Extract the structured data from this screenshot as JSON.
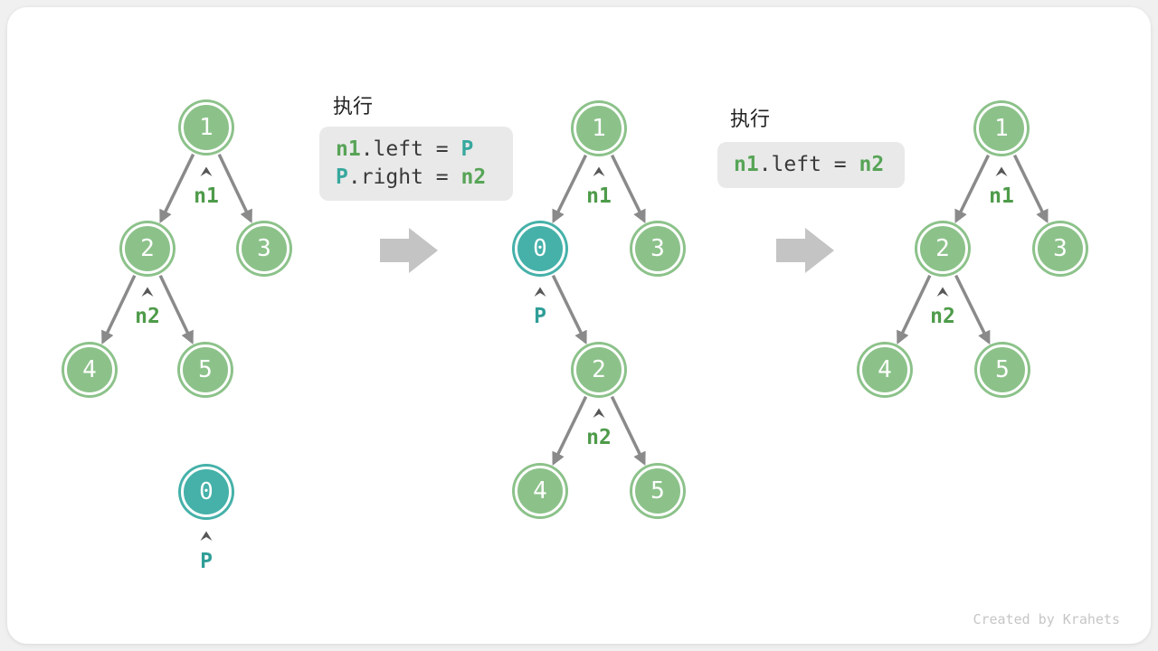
{
  "diagram_type": "binary-tree-insertion-steps",
  "colors": {
    "node_green": "#8cc28a",
    "node_teal": "#45b1a9",
    "edge_gray": "#8a8a8a",
    "big_arrow_gray": "#c4c4c4",
    "code_box_bg": "#e9e9e9",
    "code_green": "#57a457",
    "code_teal": "#38a89e",
    "label_green": "#4e9b4a",
    "label_teal": "#2f9e97"
  },
  "nodes": {
    "v0": "0",
    "v1": "1",
    "v2": "2",
    "v3": "3",
    "v4": "4",
    "v5": "5"
  },
  "labels": {
    "n1": "n1",
    "n2": "n2",
    "p": "P"
  },
  "code1": {
    "title": "执行",
    "l1": {
      "t1": "n1",
      "t2": ".left = ",
      "t3": "P"
    },
    "l2": {
      "t1": "P",
      "t2": ".right = ",
      "t3": "n2"
    }
  },
  "code2": {
    "title": "执行",
    "l1": {
      "t1": "n1",
      "t2": ".left = ",
      "t3": "n2"
    }
  },
  "footer": {
    "credit": "Created by Krahets"
  }
}
